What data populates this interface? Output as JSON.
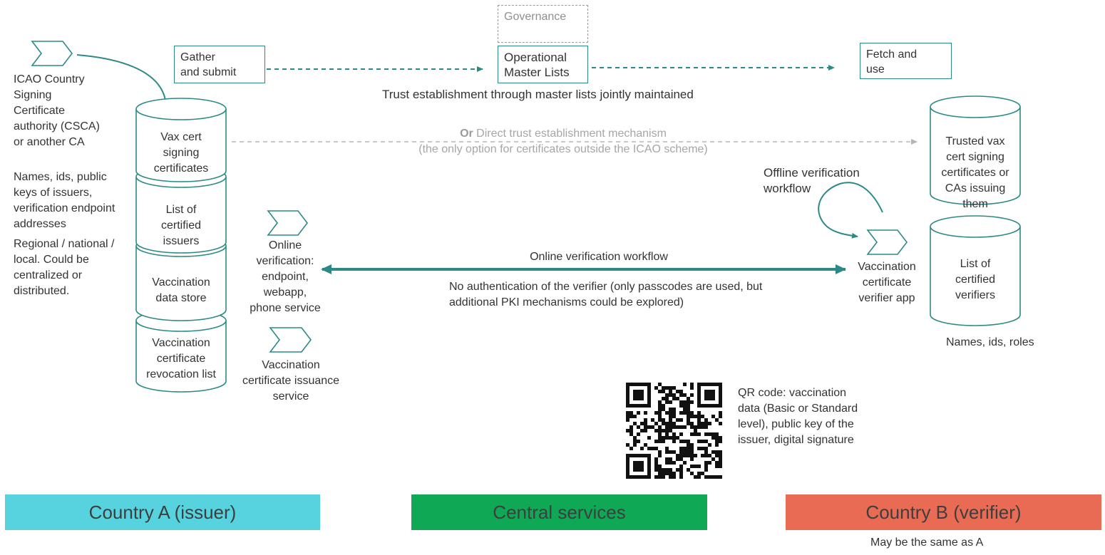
{
  "governance": "Governance",
  "gather_submit": "Gather\nand submit",
  "operational_master_lists": "Operational\nMaster Lists",
  "fetch_use": "Fetch and\nuse",
  "trust_master_lists": "Trust establishment through master lists jointly maintained",
  "direct_trust": {
    "prefix": "Or",
    "rest": " Direct trust establishment mechanism",
    "line2": "(the only option for certificates outside the ICAO scheme)"
  },
  "csca_text": "ICAO Country\nSigning\nCertificate\nauthority (CSCA)\nor another CA",
  "issuers_note": "Names, ids, public\nkeys of issuers,\nverification endpoint\naddresses",
  "regional_note": "Regional / national /\nlocal. Could be\ncentralized or\ndistributed.",
  "issuer_stack": [
    "Vax cert\nsigning\ncertificates",
    "List of\ncertified\nissuers",
    "Vaccination\ndata store",
    "Vaccination\ncertificate\nrevocation list"
  ],
  "online_verification_service": "Online\nverification:\nendpoint,\nwebapp,\nphone service",
  "issuance_service": "Vaccination\ncertificate issuance\nservice",
  "online_workflow": "Online verification workflow",
  "no_auth": "No authentication of the verifier (only passcodes are used, but\nadditional PKI mechanisms could be explored)",
  "offline_workflow": "Offline verification\nworkflow",
  "verifier_app": "Vaccination\ncertificate\nverifier app",
  "trusted_certs": "Trusted vax\ncert signing\ncertificates or\nCAs issuing\nthem",
  "certified_verifiers": "List of\ncertified\nverifiers",
  "verifier_roles": "Names, ids, roles",
  "qr_text": "QR code: vaccination\ndata (Basic or Standard\nlevel), public key of the\nissuer, digital signature",
  "regions": {
    "a": "Country A (issuer)",
    "central": "Central services",
    "b": "Country B (verifier)"
  },
  "same_as_a": "May be the same as A",
  "colors": {
    "teal": "#2c8a86",
    "region_a": "#57d3df",
    "region_central": "#0fa855",
    "region_b": "#e96b54",
    "faded": "#a6a6a6"
  },
  "icons": [
    "chevron-process-icon",
    "qr-code-icon",
    "cylinder-database-icon"
  ]
}
